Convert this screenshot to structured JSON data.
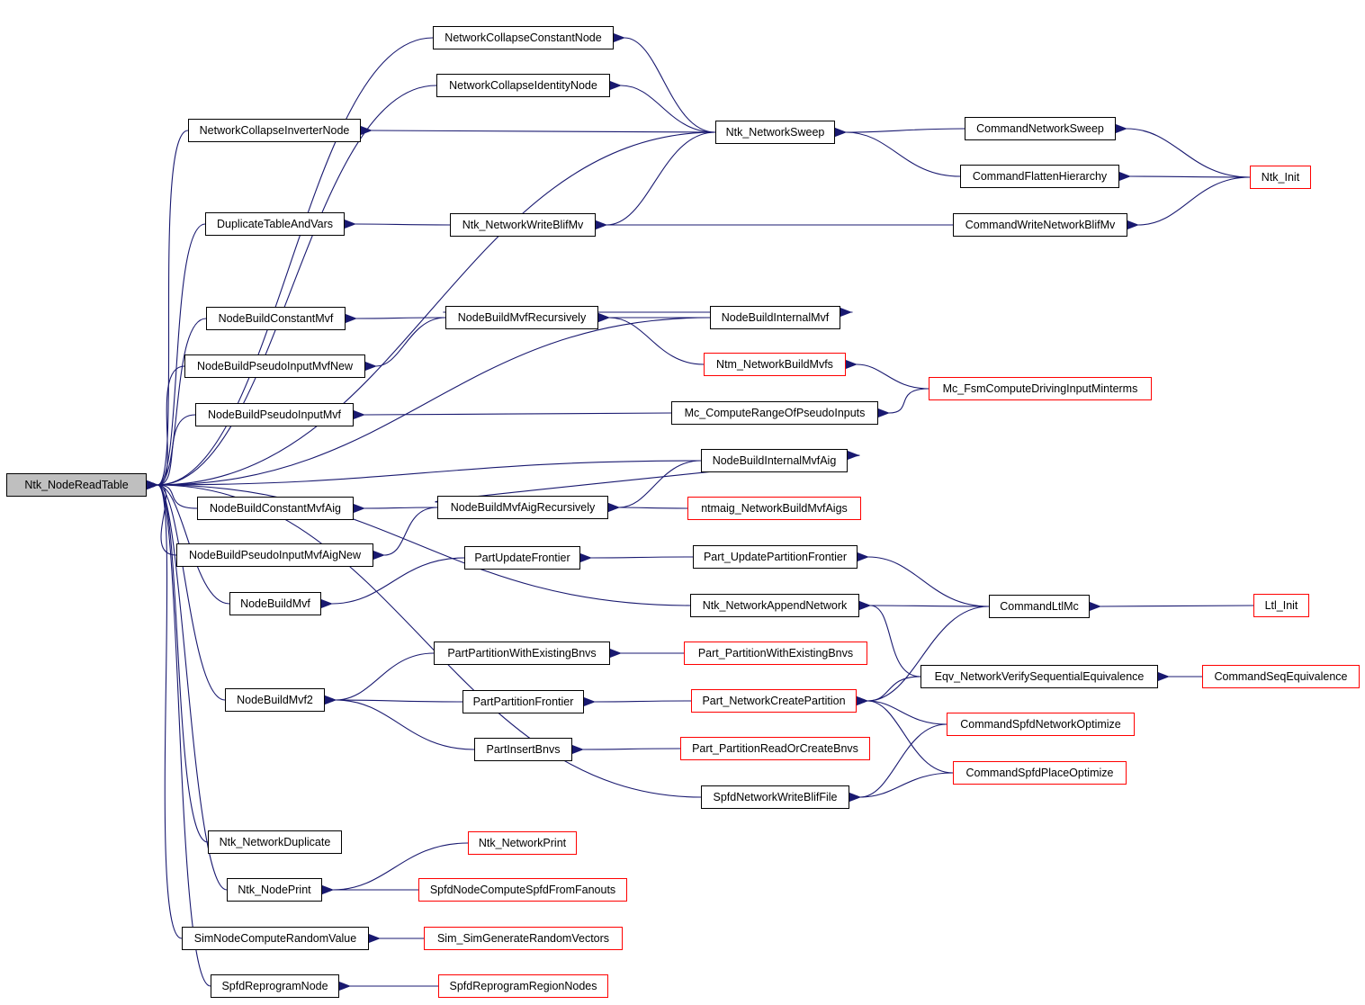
{
  "colors": {
    "edge": "#191970",
    "node_border": "#000000",
    "ext_border": "#ff0000",
    "focus_fill": "#bfbfbf"
  },
  "nodes": {
    "root": {
      "label": "Ntk_NodeReadTable",
      "style": "focus"
    },
    "nccn": {
      "label": "NetworkCollapseConstantNode",
      "style": "normal"
    },
    "ncin": {
      "label": "NetworkCollapseIdentityNode",
      "style": "normal"
    },
    "ncinv": {
      "label": "NetworkCollapseInverterNode",
      "style": "normal"
    },
    "dtv": {
      "label": "DuplicateTableAndVars",
      "style": "normal"
    },
    "nbcm": {
      "label": "NodeBuildConstantMvf",
      "style": "normal"
    },
    "nbpimn": {
      "label": "NodeBuildPseudoInputMvfNew",
      "style": "normal"
    },
    "nbpim": {
      "label": "NodeBuildPseudoInputMvf",
      "style": "normal"
    },
    "nbcma": {
      "label": "NodeBuildConstantMvfAig",
      "style": "normal"
    },
    "nbpimaN": {
      "label": "NodeBuildPseudoInputMvfAigNew",
      "style": "normal"
    },
    "nbm": {
      "label": "NodeBuildMvf",
      "style": "normal"
    },
    "nbm2": {
      "label": "NodeBuildMvf2",
      "style": "normal"
    },
    "ntkdup": {
      "label": "Ntk_NetworkDuplicate",
      "style": "normal"
    },
    "ntknp": {
      "label": "Ntk_NodePrint",
      "style": "normal"
    },
    "sncrv": {
      "label": "SimNodeComputeRandomValue",
      "style": "normal"
    },
    "srpn": {
      "label": "SpfdReprogramNode",
      "style": "normal"
    },
    "ntkns": {
      "label": "Ntk_NetworkSweep",
      "style": "normal"
    },
    "ntknwbm": {
      "label": "Ntk_NetworkWriteBlifMv",
      "style": "normal"
    },
    "nbmr": {
      "label": "NodeBuildMvfRecursively",
      "style": "normal"
    },
    "nbim": {
      "label": "NodeBuildInternalMvf",
      "style": "normal"
    },
    "ntmnbm": {
      "label": "Ntm_NetworkBuildMvfs",
      "style": "ext"
    },
    "mccrpi": {
      "label": "Mc_ComputeRangeOfPseudoInputs",
      "style": "normal"
    },
    "nbima": {
      "label": "NodeBuildInternalMvfAig",
      "style": "normal"
    },
    "nbmar": {
      "label": "NodeBuildMvfAigRecursively",
      "style": "normal"
    },
    "ntmaig": {
      "label": "ntmaig_NetworkBuildMvfAigs",
      "style": "ext"
    },
    "puf": {
      "label": "PartUpdateFrontier",
      "style": "normal"
    },
    "pupf": {
      "label": "Part_UpdatePartitionFrontier",
      "style": "normal"
    },
    "ntknan": {
      "label": "Ntk_NetworkAppendNetwork",
      "style": "normal"
    },
    "ppweb": {
      "label": "PartPartitionWithExistingBnvs",
      "style": "normal"
    },
    "pPweb": {
      "label": "Part_PartitionWithExistingBnvs",
      "style": "ext"
    },
    "ppf": {
      "label": "PartPartitionFrontier",
      "style": "normal"
    },
    "pncp": {
      "label": "Part_NetworkCreatePartition",
      "style": "ext"
    },
    "pib": {
      "label": "PartInsertBnvs",
      "style": "normal"
    },
    "pproc": {
      "label": "Part_PartitionReadOrCreateBnvs",
      "style": "ext"
    },
    "snwbf": {
      "label": "SpfdNetworkWriteBlifFile",
      "style": "normal"
    },
    "ntknp2": {
      "label": "Ntk_NetworkPrint",
      "style": "ext"
    },
    "sncsf": {
      "label": "SpfdNodeComputeSpfdFromFanouts",
      "style": "ext"
    },
    "ssgrv": {
      "label": "Sim_SimGenerateRandomVectors",
      "style": "ext"
    },
    "srrn": {
      "label": "SpfdReprogramRegionNodes",
      "style": "ext"
    },
    "cns": {
      "label": "CommandNetworkSweep",
      "style": "normal"
    },
    "cfh": {
      "label": "CommandFlattenHierarchy",
      "style": "normal"
    },
    "cwnbm": {
      "label": "CommandWriteNetworkBlifMv",
      "style": "normal"
    },
    "mcfcdim": {
      "label": "Mc_FsmComputeDrivingInputMinterms",
      "style": "ext"
    },
    "cltl": {
      "label": "CommandLtlMc",
      "style": "normal"
    },
    "eqv": {
      "label": "Eqv_NetworkVerifySequentialEquivalence",
      "style": "normal"
    },
    "cspno": {
      "label": "CommandSpfdNetworkOptimize",
      "style": "ext"
    },
    "csppo": {
      "label": "CommandSpfdPlaceOptimize",
      "style": "ext"
    },
    "ntkinit": {
      "label": "Ntk_Init",
      "style": "ext"
    },
    "ltlinit": {
      "label": "Ltl_Init",
      "style": "ext"
    },
    "cse": {
      "label": "CommandSeqEquivalence",
      "style": "ext"
    }
  },
  "edges": [
    [
      "root",
      "nccn"
    ],
    [
      "root",
      "ncin"
    ],
    [
      "root",
      "ncinv"
    ],
    [
      "root",
      "ntkns"
    ],
    [
      "root",
      "dtv"
    ],
    [
      "root",
      "nbim"
    ],
    [
      "root",
      "nbcm"
    ],
    [
      "root",
      "nbpimn"
    ],
    [
      "root",
      "nbpim"
    ],
    [
      "root",
      "nbima"
    ],
    [
      "root",
      "nbcma"
    ],
    [
      "root",
      "nbpimaN"
    ],
    [
      "root",
      "nbm"
    ],
    [
      "root",
      "ntknan"
    ],
    [
      "root",
      "nbm2"
    ],
    [
      "root",
      "snwbf"
    ],
    [
      "root",
      "ntkdup"
    ],
    [
      "root",
      "ntknp"
    ],
    [
      "root",
      "sncrv"
    ],
    [
      "root",
      "srpn"
    ],
    [
      "nccn",
      "ntkns"
    ],
    [
      "ncin",
      "ntkns"
    ],
    [
      "ncinv",
      "ntkns"
    ],
    [
      "dtv",
      "ntknwbm"
    ],
    [
      "ntknwbm",
      "ntkns"
    ],
    [
      "ntknwbm",
      "cwnbm"
    ],
    [
      "ntkns",
      "cns"
    ],
    [
      "ntkns",
      "cfh"
    ],
    [
      "cns",
      "ntkinit"
    ],
    [
      "cfh",
      "ntkinit"
    ],
    [
      "cwnbm",
      "ntkinit"
    ],
    [
      "nbcm",
      "nbmr"
    ],
    [
      "nbpimn",
      "nbmr"
    ],
    [
      "nbmr",
      "nbim"
    ],
    [
      "nbim",
      "nbmr"
    ],
    [
      "nbmr",
      "ntmnbm"
    ],
    [
      "ntmnbm",
      "mcfcdim"
    ],
    [
      "nbpim",
      "mccrpi"
    ],
    [
      "mccrpi",
      "mcfcdim"
    ],
    [
      "nbcma",
      "nbmar"
    ],
    [
      "nbpimaN",
      "nbmar"
    ],
    [
      "nbmar",
      "nbima"
    ],
    [
      "nbima",
      "nbmar"
    ],
    [
      "nbmar",
      "ntmaig"
    ],
    [
      "nbm",
      "puf"
    ],
    [
      "puf",
      "pupf"
    ],
    [
      "pupf",
      "cltl"
    ],
    [
      "ntknan",
      "cltl"
    ],
    [
      "ntknan",
      "eqv"
    ],
    [
      "cltl",
      "ltlinit"
    ],
    [
      "nbm2",
      "ppweb"
    ],
    [
      "nbm2",
      "ppf"
    ],
    [
      "nbm2",
      "pib"
    ],
    [
      "ppweb",
      "pPweb"
    ],
    [
      "ppf",
      "pncp"
    ],
    [
      "pib",
      "pproc"
    ],
    [
      "pncp",
      "cltl"
    ],
    [
      "pncp",
      "eqv"
    ],
    [
      "pncp",
      "cspno"
    ],
    [
      "pncp",
      "csppo"
    ],
    [
      "eqv",
      "cse"
    ],
    [
      "snwbf",
      "cspno"
    ],
    [
      "snwbf",
      "csppo"
    ],
    [
      "ntknp",
      "ntknp2"
    ],
    [
      "ntknp",
      "sncsf"
    ],
    [
      "sncrv",
      "ssgrv"
    ],
    [
      "srpn",
      "srrn"
    ]
  ]
}
